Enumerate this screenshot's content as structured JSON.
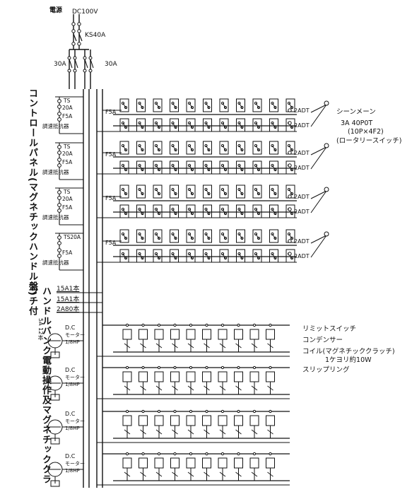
{
  "source": {
    "label": "電源",
    "voltage": "DC100V"
  },
  "main_breaker": "KS40A",
  "branch_breakers": [
    "30A",
    "30A"
  ],
  "left_titles": [
    "コントロールパネル(マグネチックハンドル盤)",
    "ハンドルバンク電動操作及マグネチッククラッチ付"
  ],
  "side_small": "5A 12本",
  "control_units": [
    {
      "ts": "TS",
      "rating": "20A",
      "fuse": "F5A",
      "resistor": "調速抵抗器"
    },
    {
      "ts": "TS",
      "rating": "20A",
      "fuse": "F5A",
      "resistor": "調速抵抗器"
    },
    {
      "ts": "TS",
      "rating": "20A",
      "fuse": "F5A",
      "resistor": "調速抵抗器"
    },
    {
      "ts": "TS20A",
      "rating": "",
      "fuse": "F5A",
      "resistor": "調速抵抗器"
    }
  ],
  "row_fuse": "F5A",
  "row_switch_labels": [
    "2ADT",
    "2ADT"
  ],
  "scene_switch": {
    "title": "シーンメーン",
    "spec": "3A 40P0T",
    "detail": "(10P×4F2)",
    "kind": "(ロータリースイッチ)"
  },
  "wire_labels": [
    "15A1本",
    "15A1本",
    "2A80本"
  ],
  "motor_label": {
    "type": "D.C",
    "name": "モーター",
    "power": "1/8HP"
  },
  "legend": [
    "リミットスイッチ",
    "コンデンサー",
    "コイル(マグネチッククラッチ)",
    "1ケヨリ約10W",
    "スリップリング"
  ]
}
